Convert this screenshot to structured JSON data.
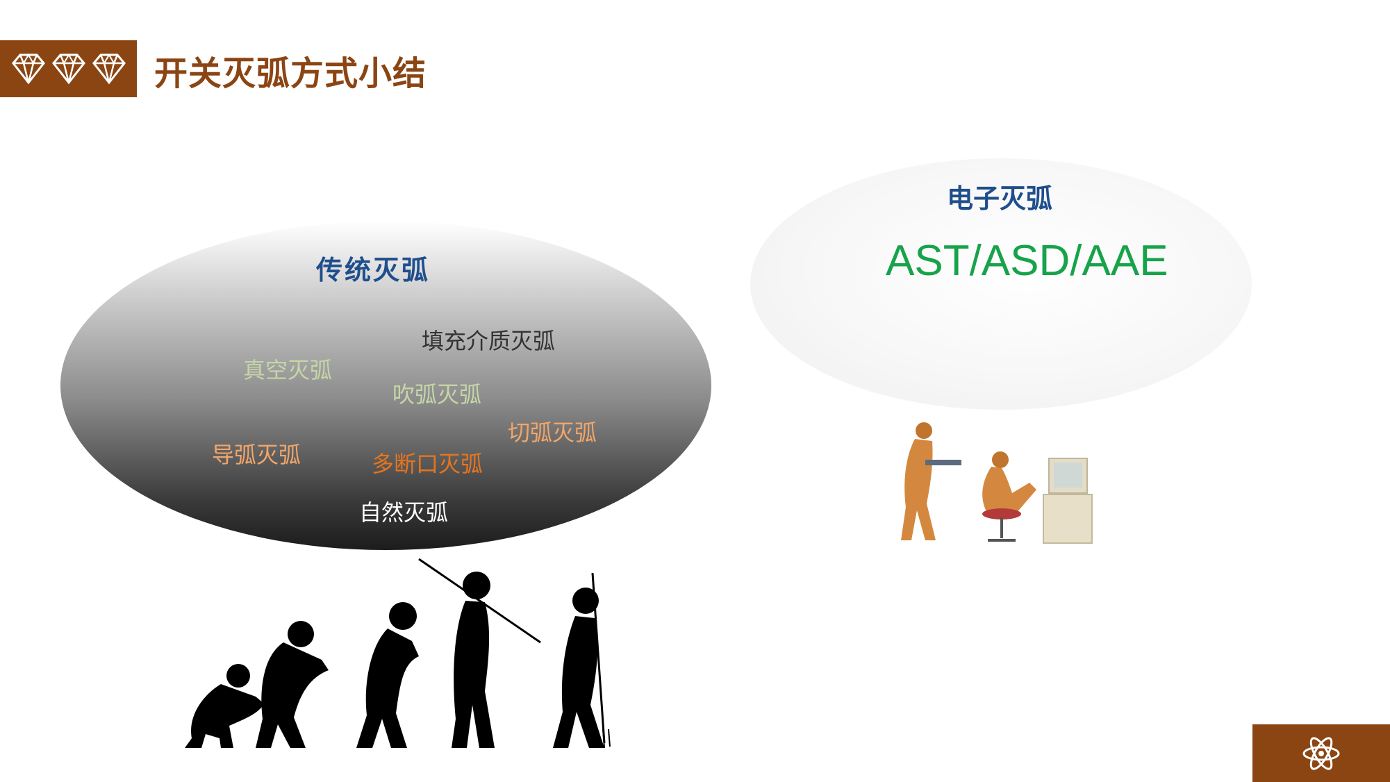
{
  "header": {
    "title": "开关灭弧方式小结",
    "icon": "diamond-icon",
    "accent_color": "#8b4513"
  },
  "traditional": {
    "title": "传统灭弧",
    "methods": [
      {
        "label": "填充介质灭弧",
        "color": "#333333"
      },
      {
        "label": "真空灭弧",
        "color": "#c5d6a6"
      },
      {
        "label": "吹弧灭弧",
        "color": "#c5d6a6"
      },
      {
        "label": "切弧灭弧",
        "color": "#f1a66a"
      },
      {
        "label": "导弧灭弧",
        "color": "#f1a66a"
      },
      {
        "label": "多断口灭弧",
        "color": "#e8741e"
      },
      {
        "label": "自然灭弧",
        "color": "#ffffff"
      }
    ]
  },
  "electronic": {
    "title": "电子灭弧",
    "methods": "AST/ASD/AAE",
    "methods_color": "#17a34a"
  },
  "footer": {
    "icon": "atom-icon"
  }
}
